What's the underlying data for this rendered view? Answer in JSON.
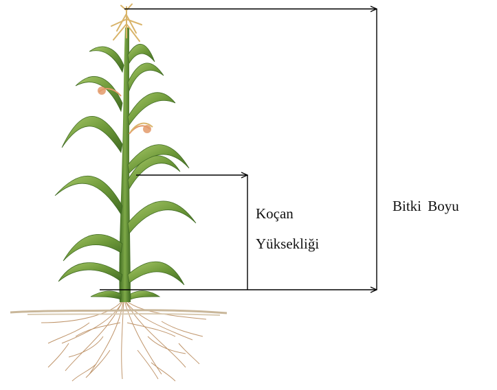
{
  "labels": {
    "ear_height_line1": "Koçan",
    "ear_height_line2": "Yüksekliği",
    "plant_height": "Bitki  Boyu"
  },
  "colors": {
    "leaf": "#6f9a3a",
    "leaf_light": "#a9c96a",
    "leaf_dark": "#3f6a22",
    "stalk": "#5b8a2c",
    "tassel": "#d9b46a",
    "silk": "#e39a6a",
    "root": "#b98a5c",
    "soil": "#c9b79a",
    "arrow": "#000000"
  },
  "icons": {
    "plant": "corn-plant-illustration"
  }
}
